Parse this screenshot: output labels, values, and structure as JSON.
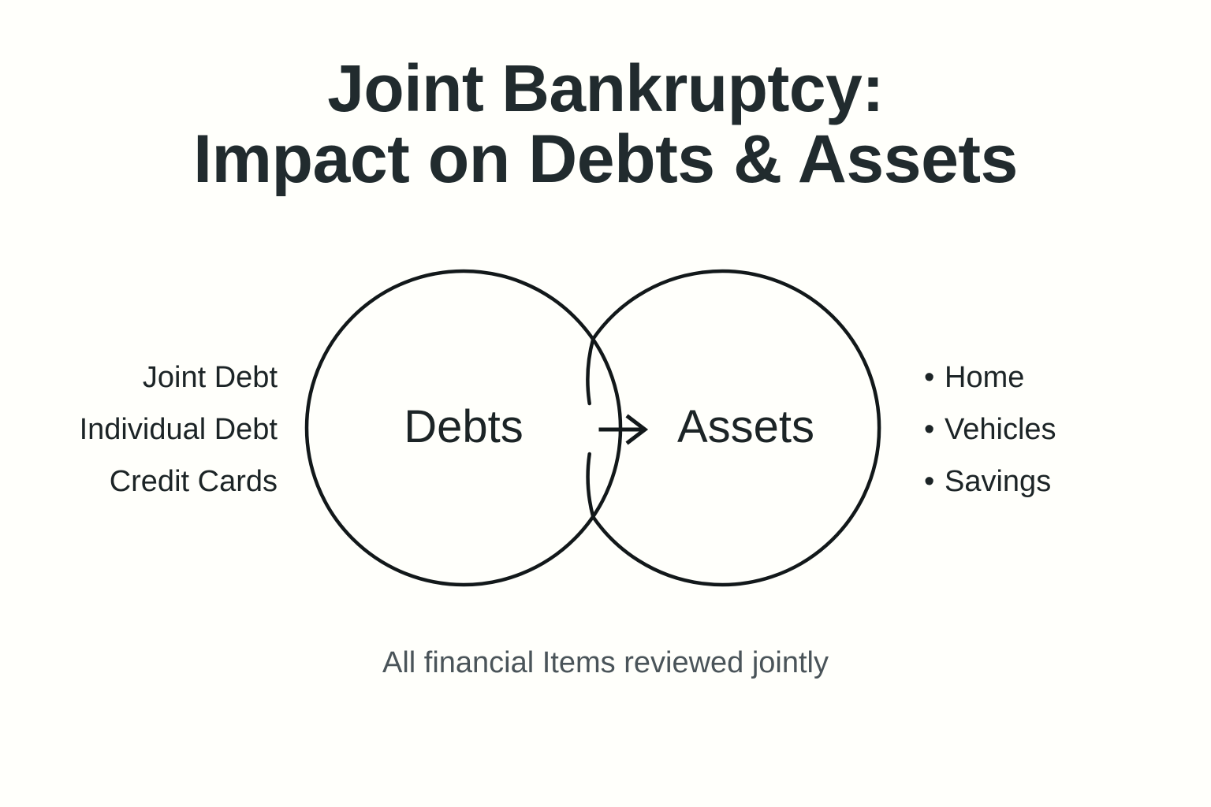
{
  "title": {
    "line1": "Joint Bankruptcy:",
    "line2": "Impact on Debts & Assets"
  },
  "diagram": {
    "left_circle_label": "Debts",
    "right_circle_label": "Assets",
    "arrow_icon": "arrow-right-icon",
    "arrow_direction": "right"
  },
  "left_list": {
    "items": [
      {
        "label": "Joint Debt"
      },
      {
        "label": "Individual Debt"
      },
      {
        "label": "Credit Cards"
      }
    ]
  },
  "right_list": {
    "bullet": "•",
    "items": [
      {
        "label": "Home"
      },
      {
        "label": "Vehicles"
      },
      {
        "label": "Savings"
      }
    ]
  },
  "caption": {
    "text": "All financial Items reviewed jointly"
  },
  "colors": {
    "background": "#fffffb",
    "text_primary": "#212b2e",
    "text_secondary": "#4a5459",
    "stroke": "#12181a"
  }
}
